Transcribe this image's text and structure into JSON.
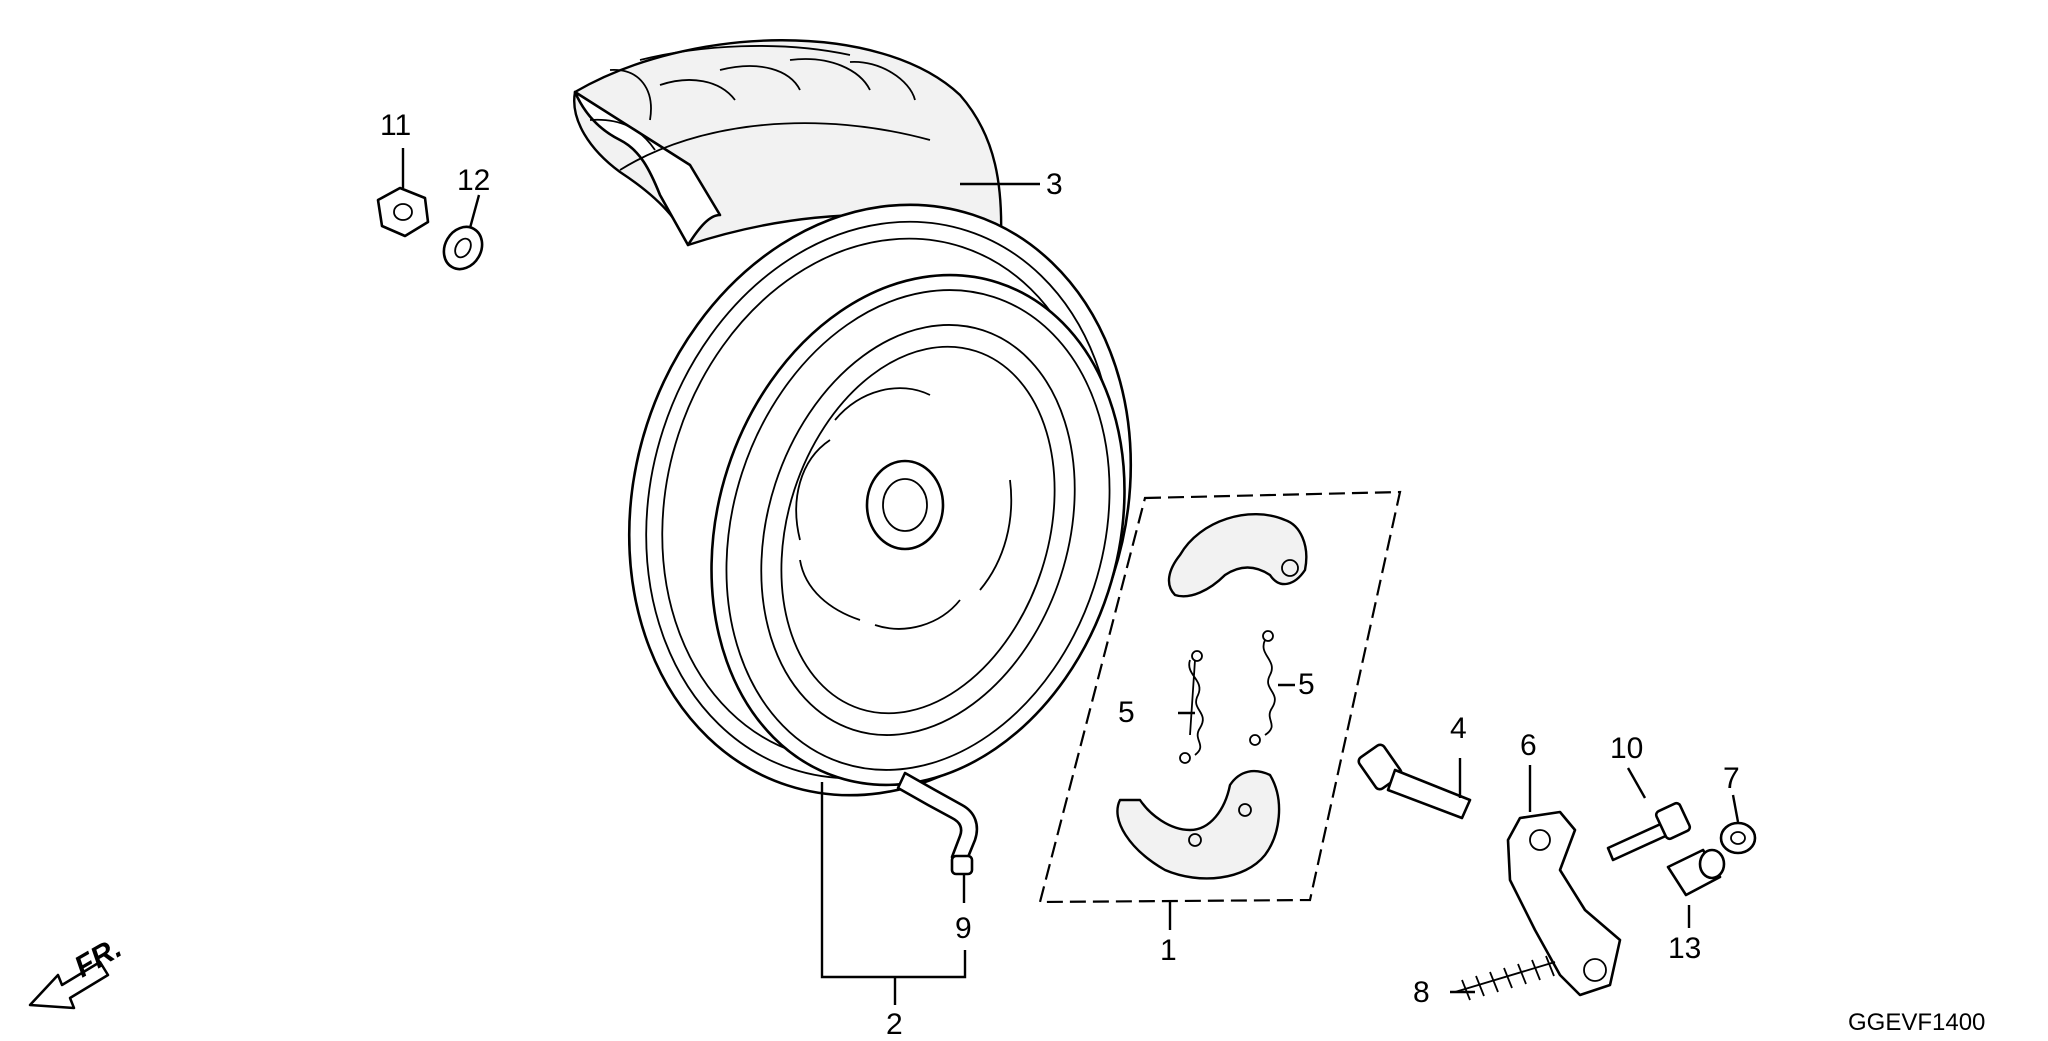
{
  "diagram_code": "GGEVF1400",
  "direction_indicator": "FR.",
  "callouts": {
    "c1": "1",
    "c2": "2",
    "c3": "3",
    "c4": "4",
    "c5a": "5",
    "c5b": "5",
    "c6": "6",
    "c7": "7",
    "c8": "8",
    "c9": "9",
    "c10": "10",
    "c11": "11",
    "c12": "12",
    "c13": "13"
  }
}
